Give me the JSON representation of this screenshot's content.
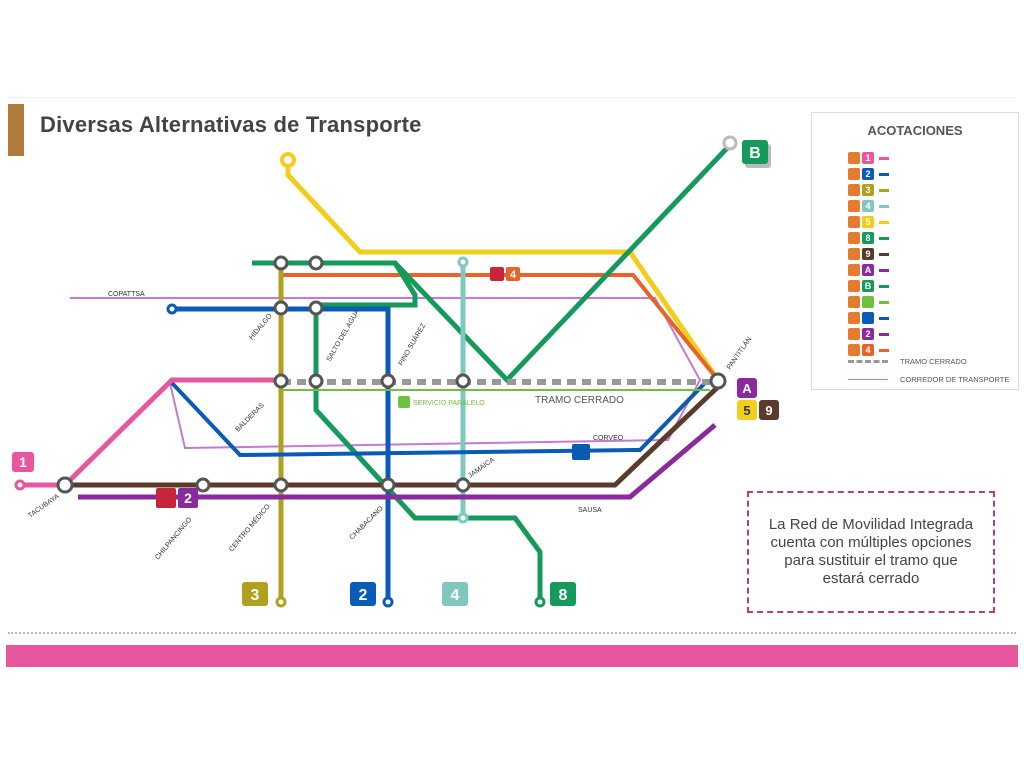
{
  "title": "Diversas Alternativas de Transporte",
  "legend": {
    "title": "ACOTACIONES",
    "rows": [
      {
        "badge": "1",
        "color": "#e8569e"
      },
      {
        "badge": "2",
        "color": "#0a5bb5"
      },
      {
        "badge": "3",
        "color": "#b0a01e"
      },
      {
        "badge": "4",
        "color": "#7ec8c0"
      },
      {
        "badge": "5",
        "color": "#f2cd1a"
      },
      {
        "badge": "8",
        "color": "#149a5a"
      },
      {
        "badge": "9",
        "color": "#5a3a2a"
      },
      {
        "badge": "A",
        "color": "#8a2a9e"
      },
      {
        "badge": "B",
        "color": "#149a5a"
      },
      {
        "badge": "",
        "color": "#70c040"
      },
      {
        "badge": "",
        "color": "#0a5bb5"
      },
      {
        "badge": "2",
        "color": "#8a2a9e"
      },
      {
        "badge": "4",
        "color": "#e8622a"
      }
    ],
    "closed_label": "TRAMO CERRADO",
    "corridor_label": "CORREDOR DE TRANSPORTE"
  },
  "info_text": "La Red de Movilidad Integrada cuenta con múltiples opciones para sustituir el tramo que estará cerrado",
  "map_labels": {
    "copatsa": "COPATTSA",
    "hidalgo": "HIDALGO",
    "salto": "SALTO DEL AGUA",
    "pino": "PINO SUÁREZ",
    "balderas": "BALDERAS",
    "pantitlan": "PANTITLÁN",
    "tramo": "TRAMO CERRADO",
    "servicio": "SERVICIO PARALELO",
    "corveo": "CORVEO",
    "jamaica": "JAMAICA",
    "tacubaya": "TACUBAYA",
    "chilpancingo": "CHILPANCINGO",
    "centro_medico": "CENTRO MÉDICO",
    "chabacano": "CHABACANO",
    "sausa": "SAUSA"
  },
  "badges": {
    "line1": "1",
    "line3": "3",
    "line2": "2",
    "line4": "4",
    "line8": "8",
    "lineB": "B",
    "lineA": "A",
    "line5": "5",
    "line9": "9",
    "mb2": "2",
    "mb4": "4"
  },
  "colors": {
    "l1": "#e8569e",
    "l2": "#0a5bb5",
    "l3": "#b0a01e",
    "l4": "#7ec8c0",
    "l5": "#f2cd1a",
    "l8": "#149a5a",
    "l9": "#5a3a2a",
    "lA": "#8a2a9e",
    "lB": "#149a5a",
    "mb": "#e8622a",
    "corridor": "#c27ad6",
    "closed": "#999999",
    "paralelo": "#70c040"
  }
}
